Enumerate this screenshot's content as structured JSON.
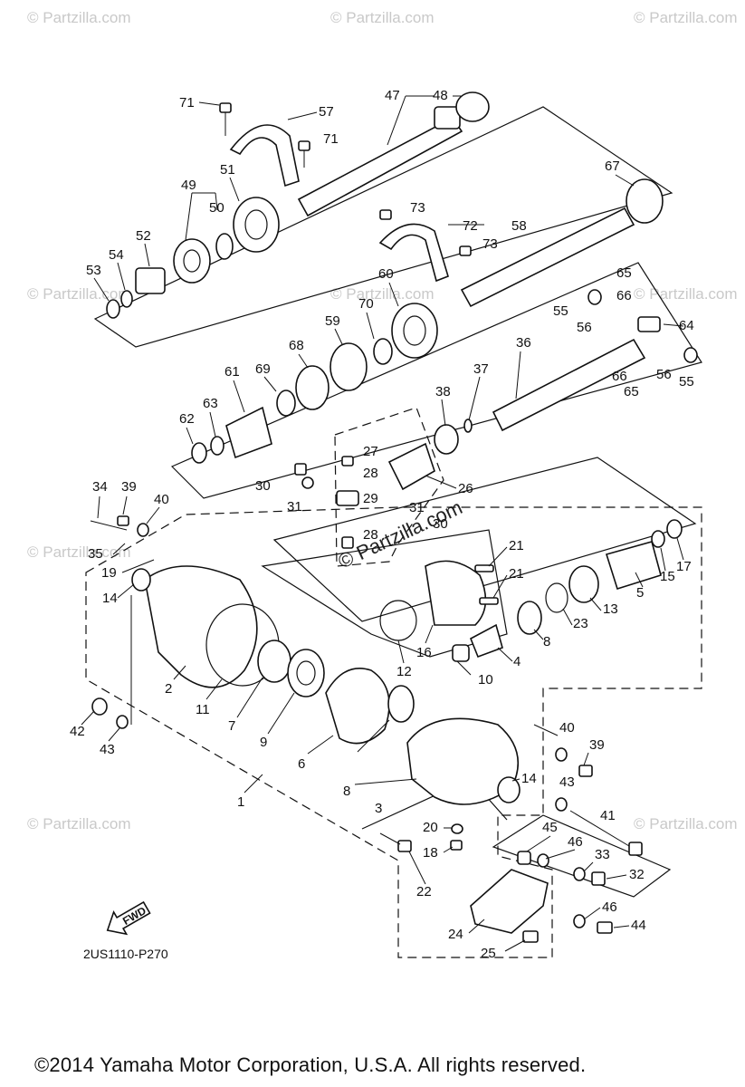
{
  "diagram_code": "2US1110-P270",
  "copyright": "©2014  Yamaha Motor Corporation, U.S.A. All rights reserved.",
  "fwd_label": "FWD",
  "watermarks": [
    "© Partzilla.com",
    "© Partzilla.com",
    "© Partzilla.com",
    "© Partzilla.com",
    "© Partzilla.com",
    "© Partzilla.com",
    "© Partzilla.com",
    "© Partzilla.com",
    "© Partzilla.com"
  ],
  "center_watermark": "© Partzilla.com",
  "callouts": [
    "71",
    "57",
    "47",
    "48",
    "71",
    "51",
    "49",
    "50",
    "52",
    "54",
    "53",
    "67",
    "73",
    "72",
    "73",
    "58",
    "60",
    "70",
    "59",
    "68",
    "69",
    "61",
    "63",
    "62",
    "65",
    "66",
    "55",
    "56",
    "64",
    "66",
    "65",
    "56",
    "55",
    "36",
    "37",
    "38",
    "27",
    "28",
    "26",
    "29",
    "30",
    "31",
    "31",
    "28",
    "30",
    "34",
    "39",
    "40",
    "35",
    "19",
    "14",
    "21",
    "21",
    "16",
    "8",
    "23",
    "13",
    "5",
    "15",
    "17",
    "12",
    "10",
    "4",
    "2",
    "11",
    "7",
    "9",
    "6",
    "42",
    "43",
    "1",
    "40",
    "39",
    "8",
    "14",
    "3",
    "43",
    "41",
    "20",
    "18",
    "45",
    "46",
    "33",
    "22",
    "32",
    "46",
    "24",
    "44",
    "25"
  ]
}
